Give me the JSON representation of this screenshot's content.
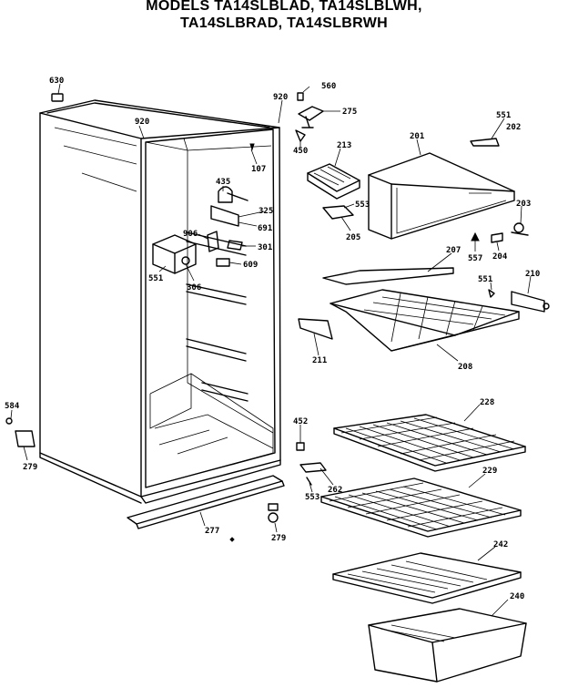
{
  "header": {
    "line1": "MODELS TA14SLBLAD, TA14SLBLWH,",
    "line2": "TA14SLBRAD, TA14SLBRWH"
  },
  "parts": {
    "p630": "630",
    "p920a": "920",
    "p920b": "920",
    "p560": "560",
    "p275": "275",
    "p450": "450",
    "p107": "107",
    "p435": "435",
    "p325": "325",
    "p691": "691",
    "p301": "301",
    "p906": "906",
    "p609": "609",
    "p551a": "551",
    "p306": "306",
    "p213": "213",
    "p201": "201",
    "p551b": "551",
    "p202": "202",
    "p553a": "553",
    "p205": "205",
    "p203": "203",
    "p557": "557",
    "p204": "204",
    "p207": "207",
    "p551c": "551",
    "p210": "210",
    "p211": "211",
    "p208": "208",
    "p228": "228",
    "p584": "584",
    "p279a": "279",
    "p452": "452",
    "p229": "229",
    "p262": "262",
    "p553b": "553",
    "p277": "277",
    "p279b": "279",
    "p242": "242",
    "p240": "240"
  }
}
